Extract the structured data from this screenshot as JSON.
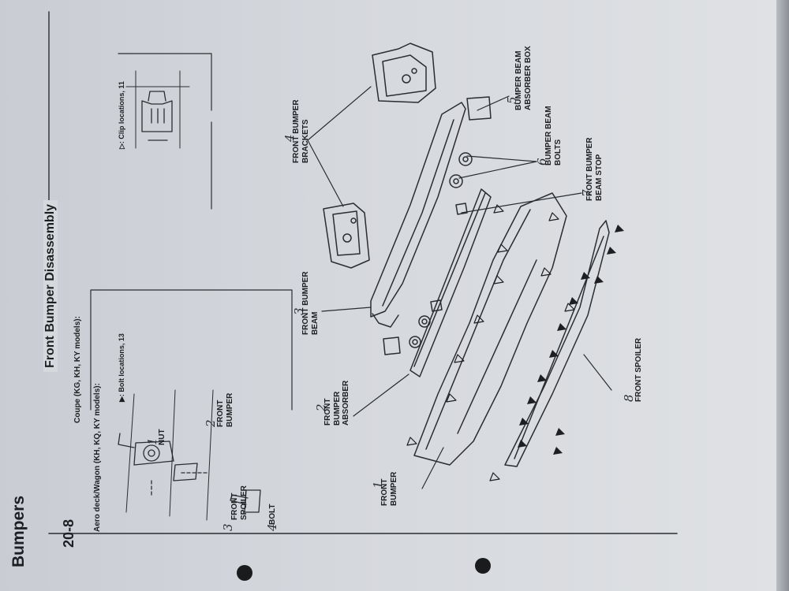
{
  "section_title": "Bumpers",
  "page_number": "20-8",
  "subtitle": "Front Bumper Disassembly",
  "model_lines": [
    "Coupe (KG, KH, KY models):",
    "Aero deck/Wagon (KH, KQ, KY models):"
  ],
  "insets": {
    "bolt_caption": "▶: Bolt locations, 13",
    "clip_caption": "▷: Clip locations, 11"
  },
  "inset_labels": [
    {
      "num": "1",
      "text": "NUT"
    },
    {
      "num": "2",
      "text": "FRONT\nBUMPER"
    },
    {
      "num": "3",
      "text": "FRONT\nSPOILER"
    },
    {
      "num": "4",
      "text": "BOLT"
    }
  ],
  "parts": [
    {
      "num": "1",
      "text": "FRONT\nBUMPER"
    },
    {
      "num": "2",
      "text": "FRONT\nBUMPER\nABSORBER"
    },
    {
      "num": "3",
      "text": "FRONT BUMPER\nBEAM"
    },
    {
      "num": "4",
      "text": "FRONT BUMPER\nBRACKETS"
    },
    {
      "num": "5",
      "text": "BUMPER BEAM\nABSORBER BOX"
    },
    {
      "num": "6",
      "text": "BUMPER BEAM\nBOLTS"
    },
    {
      "num": "7",
      "text": "FRONT BUMPER\nBEAM STOP"
    },
    {
      "num": "8",
      "text": "FRONT SPOILER"
    }
  ],
  "colors": {
    "paper": "#d5d8dd",
    "ink": "#1d1f22",
    "background": "#5c6066"
  }
}
